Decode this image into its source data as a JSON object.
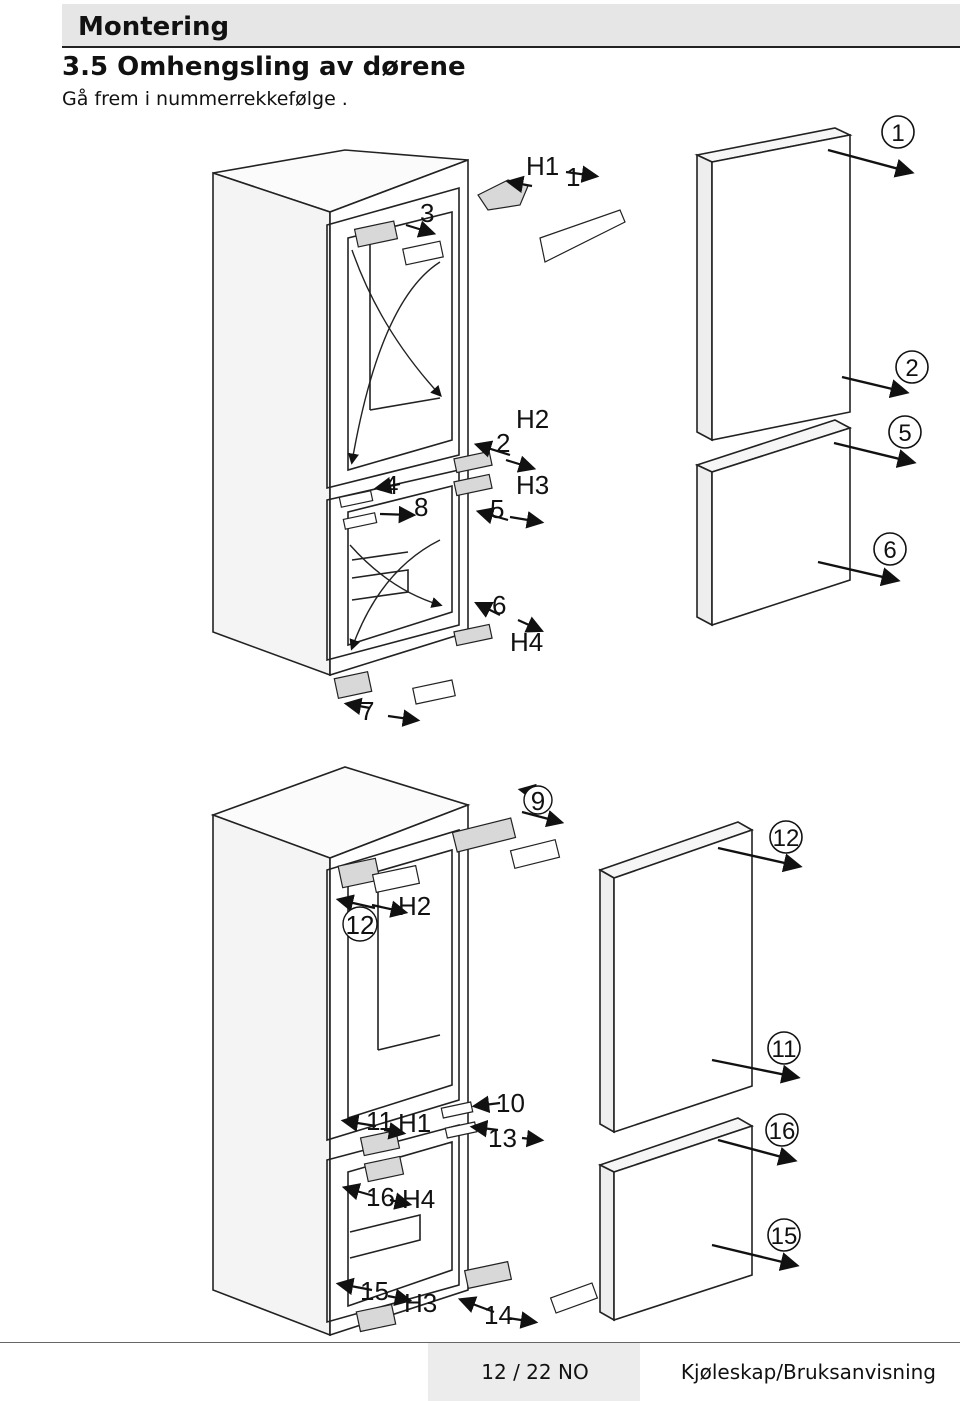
{
  "header": {
    "section": "Montering"
  },
  "title": "3.5 Omhengsling av dørene",
  "intro": "Gå frem i nummerrekkefølge .",
  "figure1": {
    "callouts": {
      "c3": "3",
      "c1": "1",
      "h1": "H1",
      "c4": "4",
      "c8": "8",
      "c2": "2",
      "h2": "H2",
      "h3": "H3",
      "c5": "5",
      "c6": "6",
      "h4": "H4",
      "c7": "7"
    },
    "door_callouts": {
      "d1": "1",
      "d2": "2",
      "d5": "5",
      "d6": "6"
    }
  },
  "figure2": {
    "callouts": {
      "c9": "9",
      "c12": "12",
      "h2": "H2",
      "c11": "11",
      "h1": "H1",
      "c10": "10",
      "c13": "13",
      "c16": "16",
      "h4": "H4",
      "c15": "15",
      "h3": "H3",
      "c14": "14"
    },
    "door_callouts": {
      "d12": "12",
      "d11": "11",
      "d16": "16",
      "d15": "15"
    }
  },
  "footer": {
    "page": "12 / 22  NO",
    "doc": "Kjøleskap/Bruksanvisning"
  }
}
